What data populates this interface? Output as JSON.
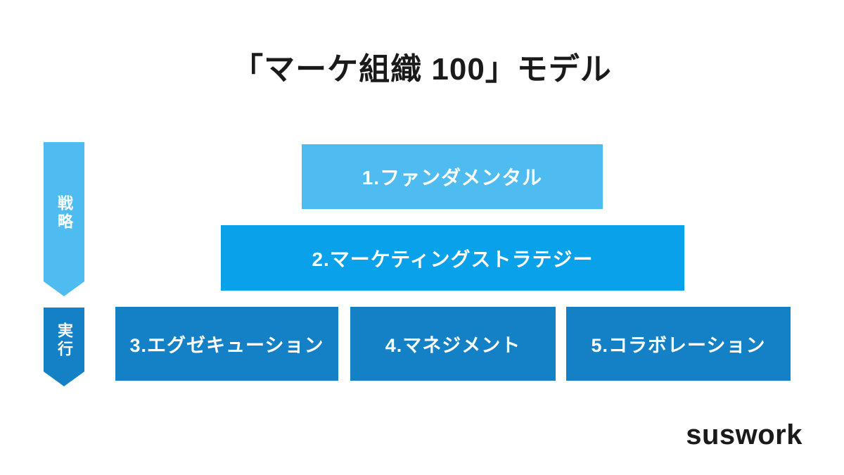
{
  "title": "「マーケ組織 100」モデル",
  "colors": {
    "light_blue": "#4FBCF1",
    "medium_blue": "#09A2EA",
    "dark_blue": "#1480C6",
    "text_on_blue": "#FFFFFF",
    "title_color": "#1A1A1A"
  },
  "side_labels": {
    "strategy": {
      "label": "戦略",
      "color_key": "light_blue"
    },
    "execution": {
      "label": "実行",
      "color_key": "dark_blue"
    }
  },
  "boxes": {
    "b1": {
      "label": "1.ファンダメンタル",
      "tier": "strategy",
      "color_key": "light_blue"
    },
    "b2": {
      "label": "2.マーケティングストラテジー",
      "tier": "strategy",
      "color_key": "medium_blue"
    },
    "b3": {
      "label": "3.エグゼキューション",
      "tier": "execution",
      "color_key": "dark_blue"
    },
    "b4": {
      "label": "4.マネジメント",
      "tier": "execution",
      "color_key": "dark_blue"
    },
    "b5": {
      "label": "5.コラボレーション",
      "tier": "execution",
      "color_key": "dark_blue"
    }
  },
  "logo_text": "suswork"
}
